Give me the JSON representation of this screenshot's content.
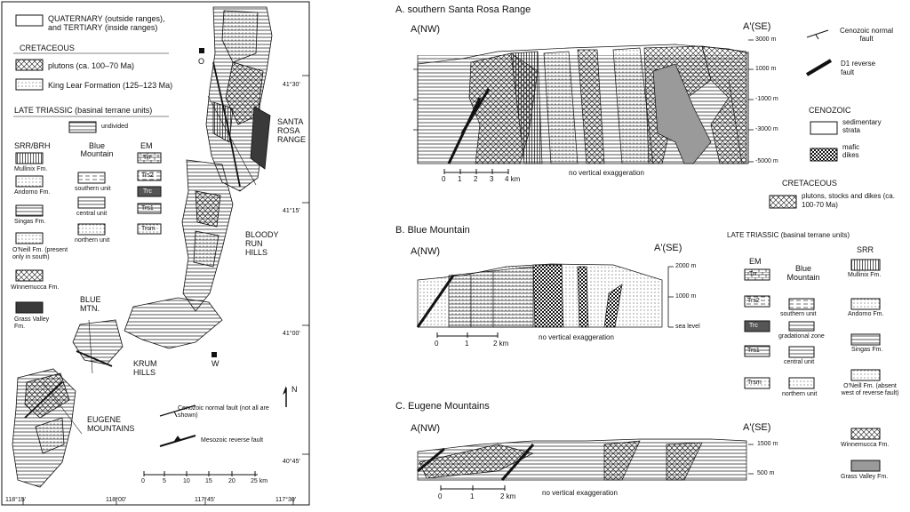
{
  "legend": {
    "quaternary": "QUATERNARY (outside ranges), and TERTIARY (inside ranges)",
    "cretaceous": "CRETACEOUS",
    "plutons": "plutons (ca. 100–70 Ma)",
    "king_lear": "King Lear Formation (125–123 Ma)",
    "late_triassic": "LATE TRIASSIC (basinal terrane units)",
    "undivided": "undivided",
    "col_srr": "SRR/BRH",
    "col_blue": "Blue Mountain",
    "col_em": "EM",
    "srr_units": [
      "Mullinix Fm.",
      "Andorno Fm.",
      "Singas Fm.",
      "O'Neill Fm. (present only in south)",
      "Winnemucca Fm.",
      "Grass Valley Fm."
    ],
    "blue_units": [
      "southern unit",
      "central unit",
      "northern unit"
    ],
    "em_units": [
      "Trr",
      "Trs2",
      "Trc",
      "Trs1",
      "Trsm"
    ],
    "cenozoic_fault": "Cenozoic normal fault (not all are shown)",
    "mesozoic_fault": "Mesozoic reverse fault"
  },
  "map": {
    "places": [
      "SANTA ROSA RANGE",
      "BLOODY RUN HILLS",
      "BLUE MTN.",
      "KRUM HILLS",
      "EUGENE MOUNTAINS"
    ],
    "towns": [
      "O",
      "W"
    ],
    "lat_ticks": [
      "41°30'",
      "41°15'",
      "41°00'",
      "40°45'"
    ],
    "lon_ticks": [
      "118°15'",
      "118°00'",
      "117°45'",
      "117°30'"
    ],
    "scale_ticks": [
      "0",
      "5",
      "10",
      "15",
      "20",
      "25 km"
    ],
    "north": "N"
  },
  "panelA": {
    "title": "A. southern Santa Rosa Range",
    "left": "A(NW)",
    "right": "A'(SE)",
    "elev": [
      "3000 m",
      "1000 m",
      "-1000 m",
      "-3000 m",
      "-5000 m"
    ],
    "scale": [
      "0",
      "1",
      "2",
      "3",
      "4 km"
    ],
    "note": "no vertical exaggeration",
    "fault_normal": "Cenozoic normal fault",
    "fault_reverse": "D1 reverse fault",
    "cenozoic": "CENOZOIC",
    "sed": "sedimentary strata",
    "mafic": "mafic dikes",
    "cretaceous": "CRETACEOUS",
    "plutons": "plutons, stocks and dikes (ca. 100-70 Ma)"
  },
  "panelB": {
    "title": "B. Blue Mountain",
    "left": "A(NW)",
    "right": "A'(SE)",
    "elev": [
      "2000 m",
      "1000 m",
      "sea level"
    ],
    "scale": [
      "0",
      "1",
      "2 km"
    ],
    "note": "no vertical exaggeration",
    "late_triassic": "LATE TRIASSIC (basinal terrane units)",
    "col_em": "EM",
    "col_blue": "Blue Mountain",
    "col_srr": "SRR",
    "em_units": [
      "Trr",
      "Trs2",
      "Trc",
      "Trs1",
      "Trsm"
    ],
    "blue_units": [
      "southern unit",
      "gradational zone",
      "central unit",
      "northern unit"
    ],
    "srr_units": [
      "Mullinix Fm.",
      "Andorno Fm.",
      "Singas Fm.",
      "O'Neill Fm. (absent west of reverse fault)",
      "Winnemucca Fm.",
      "Grass Valley Fm."
    ]
  },
  "panelC": {
    "title": "C. Eugene Mountains",
    "left": "A(NW)",
    "right": "A'(SE)",
    "elev": [
      "1500 m",
      "500 m"
    ],
    "scale": [
      "0",
      "1",
      "2 km"
    ],
    "note": "no vertical exaggeration"
  },
  "colors": {
    "grass_valley": "#3a3a3a",
    "gray_fill": "#9a9a9a",
    "line": "#111111"
  }
}
